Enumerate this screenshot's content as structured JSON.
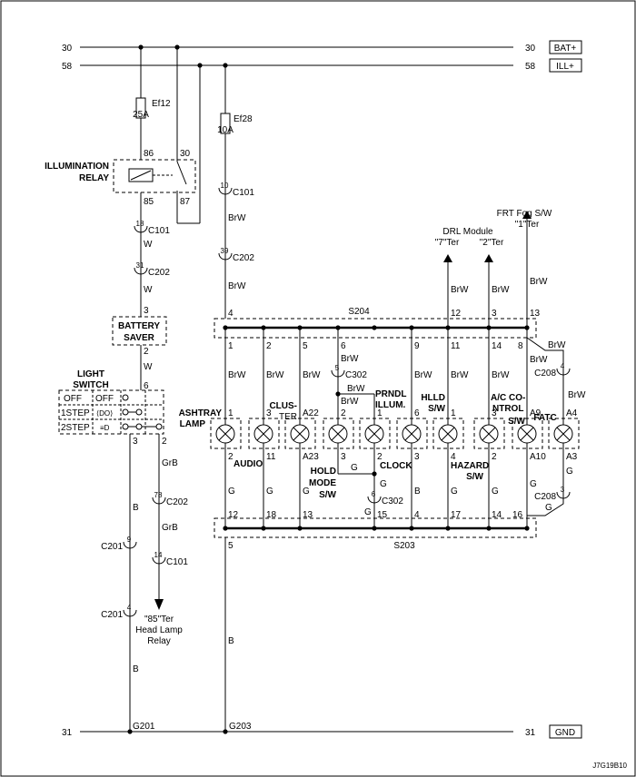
{
  "buses": {
    "n30": "30",
    "n58": "58",
    "n31": "31",
    "bat": "BAT+",
    "ill": "ILL+",
    "gnd": "GND"
  },
  "fuses": {
    "ef12": "Ef12",
    "a25": "25A",
    "ef28": "Ef28",
    "a10": "10A"
  },
  "relay": {
    "illum": "ILLUMINATION",
    "relay": "RELAY",
    "p86": "86",
    "p30": "30",
    "p85": "85",
    "p87": "87"
  },
  "connectors": {
    "c101": "C101",
    "c202": "C202",
    "c302": "C302",
    "c208": "C208",
    "c201": "C201",
    "n18": "18",
    "n31": "31",
    "n10": "10",
    "n39": "39",
    "n5": "5",
    "n6": "6",
    "n4": "4",
    "n3": "3",
    "n78": "78",
    "n14": "14",
    "n9": "9"
  },
  "wires": {
    "w": "W",
    "brw": "BrW",
    "g": "G",
    "b": "B",
    "grb": "GrB"
  },
  "pins": {
    "p1": "1",
    "p2": "2",
    "p3": "3",
    "p4": "4",
    "p5": "5",
    "p6": "6",
    "p8": "8",
    "p9": "9",
    "p11": "11",
    "p12": "12",
    "p13": "13",
    "p14": "14",
    "p15": "15",
    "p16": "16",
    "p17": "17",
    "p18": "18",
    "a22": "A22",
    "a23": "A23",
    "a9": "A9",
    "a10": "A10",
    "a4": "A4",
    "a3": "A3"
  },
  "components": {
    "battery": "BATTERY",
    "saver": "SAVER",
    "light": "LIGHT",
    "switch": "SWITCH",
    "off": "OFF",
    "step1": "1STEP",
    "step2": "2STEP",
    "ashtray": "ASHTRAY",
    "lamp": "LAMP",
    "audio": "AUDIO",
    "clus": "CLUS-",
    "ter": "TER",
    "hold": "HOLD",
    "mode": "MODE",
    "sw": "S/W",
    "prndl": "PRNDL",
    "illum2": "ILLUM.",
    "clock": "CLOCK",
    "hlld": "HLLD",
    "hazard": "HAZARD",
    "ac1": "A/C CO-",
    "ac2": "NTROL",
    "fatc": "FATC"
  },
  "splices": {
    "s204": "S204",
    "s203": "S203"
  },
  "grounds": {
    "g201": "G201",
    "g203": "G203"
  },
  "destinations": {
    "hl1": "\"85\"Ter",
    "hl2": "Head Lamp",
    "hl3": "Relay",
    "drl": "DRL Module",
    "ter7": "\"7\"Ter",
    "ter2": "\"2\"Ter",
    "fog": "FRT Fog S/W",
    "ter1": "\"1\"Ter"
  },
  "figure_code": "J7G19B10"
}
